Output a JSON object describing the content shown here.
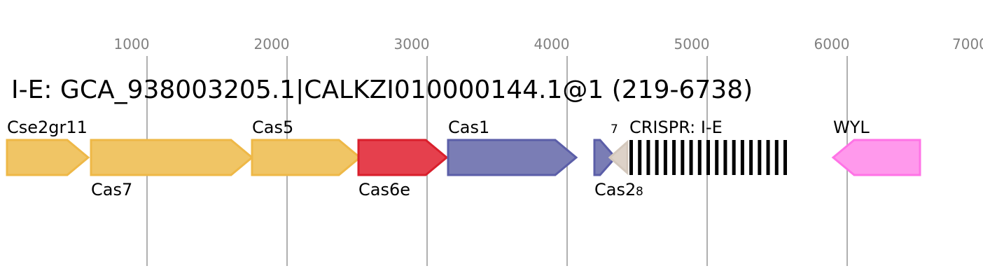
{
  "title": "I-E: GCA_938003205.1|CALKZI010000144.1@1 (219-6738)",
  "axis": {
    "ticks": [
      "1000",
      "2000",
      "3000",
      "4000",
      "5000",
      "6000",
      "7000"
    ]
  },
  "genes": [
    {
      "label": "Cse2gr11",
      "strand": "+",
      "color": "#f0c565",
      "stroke": "#eeb847"
    },
    {
      "label": "Cas7",
      "strand": "+",
      "color": "#f0c565",
      "stroke": "#eeb847"
    },
    {
      "label": "Cas5",
      "strand": "+",
      "color": "#f0c565",
      "stroke": "#eeb847"
    },
    {
      "label": "Cas6e",
      "strand": "+",
      "color": "#e5404d",
      "stroke": "#d91f2c"
    },
    {
      "label": "Cas1",
      "strand": "+",
      "color": "#7a7db5",
      "stroke": "#5b5ea8"
    },
    {
      "label": "Cas2",
      "strand": "+",
      "color": "#7a7db5",
      "stroke": "#5b5ea8"
    },
    {
      "label": "8",
      "strand": "-",
      "color": "#ddd2c8",
      "stroke": "#d4c8bc"
    },
    {
      "label": "WYL",
      "strand": "-",
      "color": "#ff99ec",
      "stroke": "#ff73e6"
    }
  ],
  "small_labels": {
    "seven": "7"
  },
  "crispr": {
    "label": "CRISPR: I-E",
    "repeat_count": 19
  }
}
